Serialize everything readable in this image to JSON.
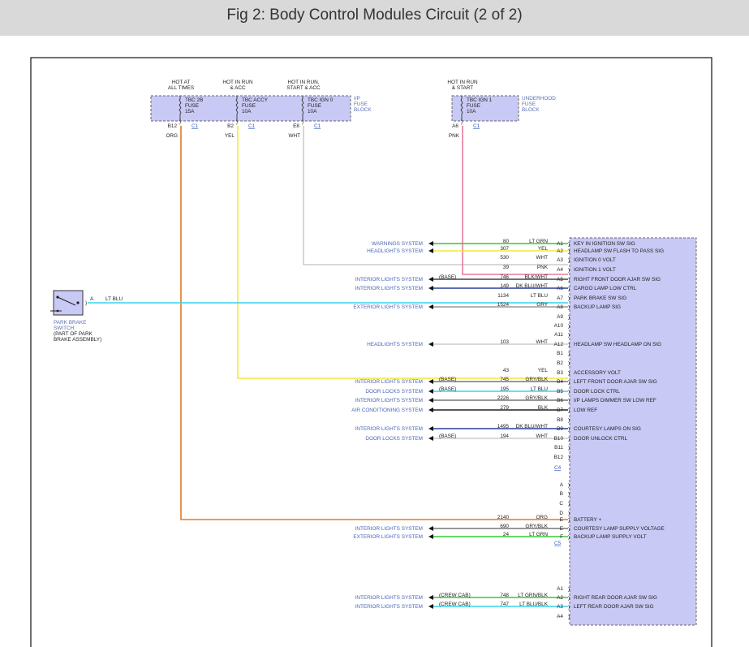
{
  "header": {
    "title": "Fig 2: Body Control Modules Circuit (2 of 2)"
  },
  "fuse_block_ip": {
    "label": [
      "I/P",
      "FUSE",
      "BLOCK"
    ],
    "fuses": [
      {
        "hot": [
          "HOT AT",
          "ALL TIMES"
        ],
        "name": [
          "TBC 2B",
          "FUSE",
          "15A"
        ],
        "pin": "B12",
        "conn": "C1",
        "wire": "ORG",
        "color": "#e8781e"
      },
      {
        "hot": [
          "HOT IN RUN",
          "& ACC"
        ],
        "name": [
          "TBC ACCY",
          "FUSE",
          "10A"
        ],
        "pin": "B2",
        "conn": "C1",
        "wire": "YEL",
        "color": "#f2e93a"
      },
      {
        "hot": [
          "HOT IN RUN,",
          "START & ACC"
        ],
        "name": [
          "TBC IGN 0",
          "FUSE",
          "10A"
        ],
        "pin": "E8",
        "conn": "C1",
        "wire": "WHT",
        "color": "#cccccc"
      }
    ]
  },
  "fuse_block_uh": {
    "label": [
      "UNDERHOOD",
      "FUSE",
      "BLOCK"
    ],
    "fuses": [
      {
        "hot": [
          "HOT IN RUN",
          "& START"
        ],
        "name": [
          "TBC IGN 1",
          "FUSE",
          "10A"
        ],
        "pin": "A6",
        "conn": "C1",
        "wire": "PNK",
        "color": "#e87a9a"
      }
    ]
  },
  "switch": {
    "label": [
      "PARK BRAKE",
      "SWITCH"
    ],
    "sub": [
      "(PART OF PARK",
      "BRAKE ASSEMBLY)"
    ],
    "pin": "A",
    "wire": "LT BLU"
  },
  "connectors": {
    "c4": "C4",
    "c5": "C5"
  },
  "rows": [
    {
      "pin": "A1",
      "circuit": "80",
      "color_name": "LT GRN",
      "desc": "KEY IN IGNITION SW SIG",
      "system": "WARNINGS SYSTEM",
      "note": "",
      "color": "#33cc33"
    },
    {
      "pin": "A2",
      "circuit": "307",
      "color_name": "YEL",
      "desc": "HEADLAMP SW FLASH TO PASS SIG",
      "system": "HEADLIGHTS SYSTEM",
      "note": "",
      "color": "#f2e93a"
    },
    {
      "pin": "A3",
      "circuit": "530",
      "color_name": "WHT",
      "desc": "IGNITION 0 VOLT",
      "system": "",
      "note": "",
      "color": "#cccccc"
    },
    {
      "pin": "A4",
      "circuit": "39",
      "color_name": "PNK",
      "desc": "IGNITION 1 VOLT",
      "system": "",
      "note": "",
      "color": "#e87a9a"
    },
    {
      "pin": "A5",
      "circuit": "746",
      "color_name": "BLK/WHT",
      "desc": "RIGHT FRONT DOOR AJAR SW SIG",
      "system": "INTERIOR LIGHTS SYSTEM",
      "note": "(BASE)",
      "color": "#444444"
    },
    {
      "pin": "A6",
      "circuit": "149",
      "color_name": "DK BLU/WHT",
      "desc": "CARGO LAMP LOW CTRL",
      "system": "INTERIOR LIGHTS SYSTEM",
      "note": "",
      "color": "#2a3f9a"
    },
    {
      "pin": "A7",
      "circuit": "1134",
      "color_name": "LT BLU",
      "desc": "PARK BRAKE SW SIG",
      "system": "",
      "note": "",
      "color": "#33d6f0"
    },
    {
      "pin": "A8",
      "circuit": "1524",
      "color_name": "GRY",
      "desc": "BACKUP LAMP SIG",
      "system": "EXTERIOR LIGHTS SYSTEM",
      "note": "",
      "color": "#999999"
    },
    {
      "pin": "A9",
      "circuit": "",
      "color_name": "",
      "desc": "",
      "system": "",
      "note": "",
      "color": ""
    },
    {
      "pin": "A10",
      "circuit": "",
      "color_name": "",
      "desc": "",
      "system": "",
      "note": "",
      "color": ""
    },
    {
      "pin": "A11",
      "circuit": "",
      "color_name": "",
      "desc": "",
      "system": "",
      "note": "",
      "color": ""
    },
    {
      "pin": "A12",
      "circuit": "103",
      "color_name": "WHT",
      "desc": "HEADLAMP SW HEADLAMP ON SIG",
      "system": "HEADLIGHTS SYSTEM",
      "note": "",
      "color": "#cccccc"
    },
    {
      "pin": "B1",
      "circuit": "",
      "color_name": "",
      "desc": "",
      "system": "",
      "note": "",
      "color": ""
    },
    {
      "pin": "B2",
      "circuit": "",
      "color_name": "",
      "desc": "",
      "system": "",
      "note": "",
      "color": ""
    },
    {
      "pin": "B3",
      "circuit": "43",
      "color_name": "YEL",
      "desc": "ACCESSORY VOLT",
      "system": "",
      "note": "",
      "color": "#f2e93a"
    },
    {
      "pin": "B4",
      "circuit": "745",
      "color_name": "GRY/BLK",
      "desc": "LEFT FRONT DOOR AJAR SW SIG",
      "system": "INTERIOR LIGHTS SYSTEM",
      "note": "(BASE)",
      "color": "#777777"
    },
    {
      "pin": "B5",
      "circuit": "195",
      "color_name": "LT BLU",
      "desc": "DOOR LOCK CTRL",
      "system": "DOOR LOCKS SYSTEM",
      "note": "(BASE)",
      "color": "#33d6f0"
    },
    {
      "pin": "B6",
      "circuit": "2226",
      "color_name": "GRY/BLK",
      "desc": "I/P LAMPS DIMMER SW LOW REF",
      "system": "INTERIOR LIGHTS SYSTEM",
      "note": "",
      "color": "#777777"
    },
    {
      "pin": "B7",
      "circuit": "279",
      "color_name": "BLK",
      "desc": "LOW REF",
      "system": "AIR CONDITIONING SYSTEM",
      "note": "",
      "color": "#222222"
    },
    {
      "pin": "B8",
      "circuit": "",
      "color_name": "",
      "desc": "",
      "system": "",
      "note": "",
      "color": ""
    },
    {
      "pin": "B9",
      "circuit": "1495",
      "color_name": "DK BLU/WHT",
      "desc": "COURTESY LAMPS ON SIG",
      "system": "INTERIOR LIGHTS SYSTEM",
      "note": "",
      "color": "#2a3f9a"
    },
    {
      "pin": "B10",
      "circuit": "194",
      "color_name": "WHT",
      "desc": "DOOR UNLOCK CTRL",
      "system": "DOOR LOCKS SYSTEM",
      "note": "(BASE)",
      "color": "#cccccc"
    },
    {
      "pin": "B11",
      "circuit": "",
      "color_name": "",
      "desc": "",
      "system": "",
      "note": "",
      "color": ""
    },
    {
      "pin": "B12",
      "circuit": "",
      "color_name": "",
      "desc": "",
      "system": "",
      "note": "",
      "color": ""
    },
    {
      "pin": "A",
      "circuit": "",
      "color_name": "",
      "desc": "",
      "system": "",
      "note": "",
      "color": ""
    },
    {
      "pin": "B",
      "circuit": "",
      "color_name": "",
      "desc": "",
      "system": "",
      "note": "",
      "color": ""
    },
    {
      "pin": "C",
      "circuit": "",
      "color_name": "",
      "desc": "",
      "system": "",
      "note": "",
      "color": ""
    },
    {
      "pin": "D",
      "circuit": "",
      "color_name": "",
      "desc": "",
      "system": "",
      "note": "",
      "color": ""
    },
    {
      "pin": "E",
      "circuit": "2140",
      "color_name": "ORG",
      "desc": "BATTERY +",
      "system": "",
      "note": "",
      "color": "#e8781e"
    },
    {
      "pin": "E",
      "circuit": "690",
      "color_name": "GRY/BLK",
      "desc": "COURTESY LAMP SUPPLY VOLTAGE",
      "system": "INTERIOR LIGHTS SYSTEM",
      "note": "",
      "color": "#777777"
    },
    {
      "pin": "F",
      "circuit": "24",
      "color_name": "LT GRN",
      "desc": "BACKUP LAMP SUPPLY VOLT",
      "system": "EXTERIOR LIGHTS SYSTEM",
      "note": "",
      "color": "#33cc33"
    },
    {
      "pin": "A1",
      "circuit": "",
      "color_name": "",
      "desc": "",
      "system": "",
      "note": "",
      "color": ""
    },
    {
      "pin": "A2",
      "circuit": "748",
      "color_name": "LT GRN/BLK",
      "desc": "RIGHT REAR DOOR AJAR SW SIG",
      "system": "INTERIOR LIGHTS SYSTEM",
      "note": "(CREW CAB)",
      "color": "#33cc33"
    },
    {
      "pin": "A3",
      "circuit": "747",
      "color_name": "LT BLU/BLK",
      "desc": "LEFT REAR DOOR AJAR SW SIG",
      "system": "INTERIOR LIGHTS SYSTEM",
      "note": "(CREW CAB)",
      "color": "#33d6f0"
    },
    {
      "pin": "A4",
      "circuit": "",
      "color_name": "",
      "desc": "",
      "system": "",
      "note": "",
      "color": ""
    }
  ]
}
